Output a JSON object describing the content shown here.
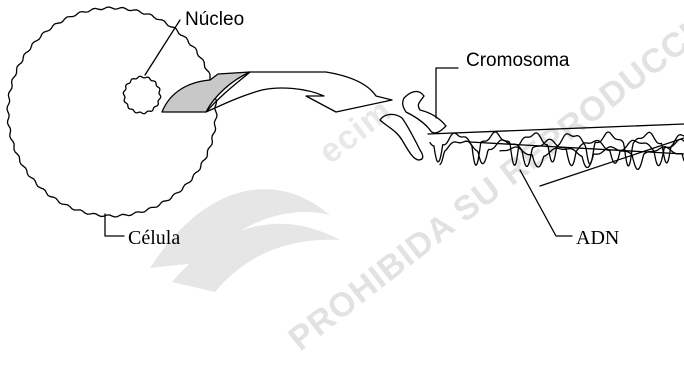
{
  "labels": {
    "nucleus": "Núcleo",
    "cell": "Célula",
    "chromosome": "Cromosoma",
    "dna": "ADN"
  },
  "watermark": {
    "brand": "ecim",
    "text": "PROHIBIDA SU REPRODUCCIÓN",
    "color": "#e0e0e0"
  },
  "colors": {
    "ink": "#000000",
    "nucleus_zoom_fill": "#c8c8c8",
    "background": "#ffffff"
  }
}
